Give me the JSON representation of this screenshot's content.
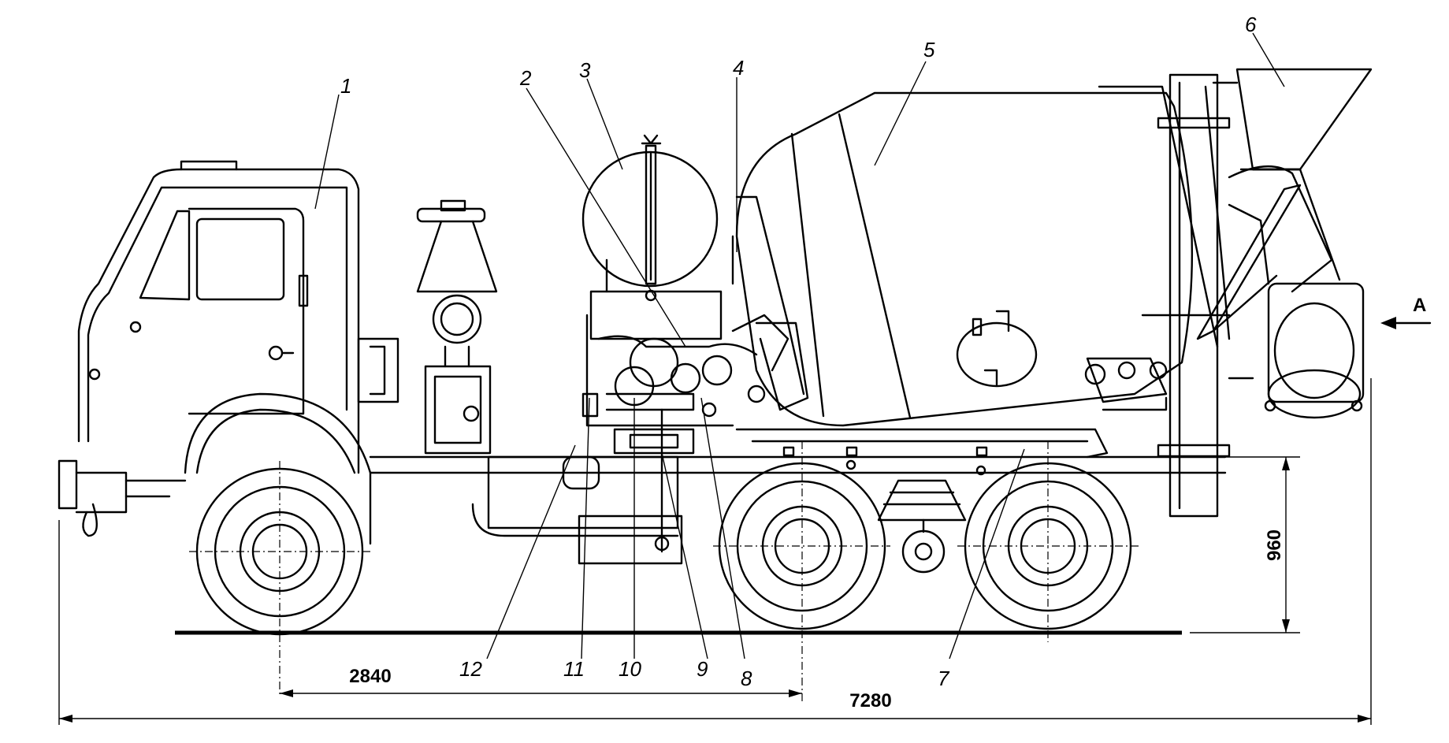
{
  "callouts": [
    "1",
    "2",
    "3",
    "4",
    "5",
    "6",
    "7",
    "8",
    "9",
    "10",
    "11",
    "12"
  ],
  "dimensions": {
    "wheelbase": "2840",
    "overall_length": "7280",
    "height": "960"
  },
  "view_label": "A"
}
